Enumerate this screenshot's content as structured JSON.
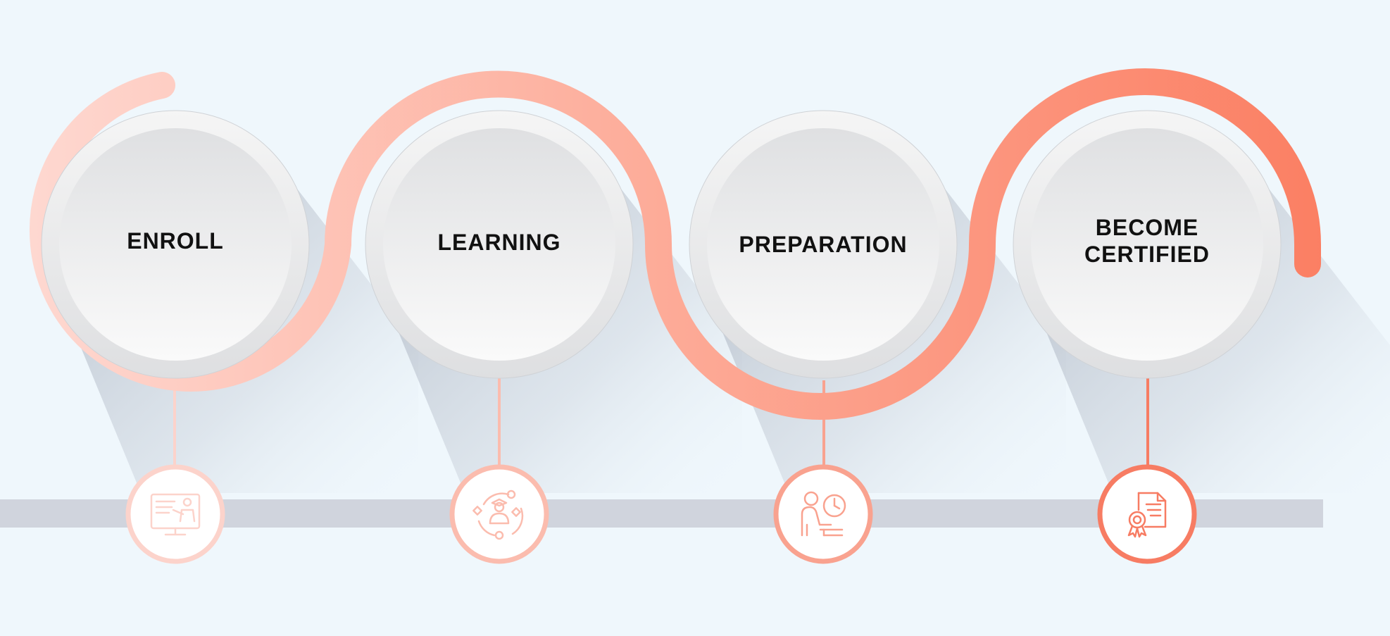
{
  "steps": [
    {
      "label": "ENROLL",
      "icon": "presentation-screen-icon",
      "color": "#fcd3cb"
    },
    {
      "label": "LEARNING",
      "icon": "learning-cycle-icon",
      "color": "#fbbcae"
    },
    {
      "label": "PREPARATION",
      "icon": "study-time-icon",
      "color": "#f9a28f"
    },
    {
      "label": "BECOME\nCERTIFIED",
      "icon": "certificate-icon",
      "color": "#f77c63"
    }
  ],
  "colors": {
    "background": "#eff7fc",
    "track": "#d0d4dd",
    "path_start": "#fedad3",
    "path_end": "#fb7f63",
    "disc_light": "#f7f7f7",
    "disc_dark": "#dcdee0",
    "shadow": "#b3bcc8"
  }
}
